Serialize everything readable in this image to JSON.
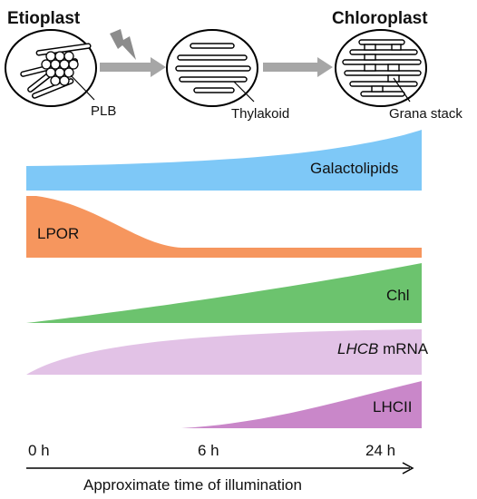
{
  "stages": {
    "etioplast": "Etioplast",
    "chloroplast": "Chloroplast",
    "plb": "PLB",
    "thylakoid": "Thylakoid",
    "grana_stack": "Grana stack"
  },
  "tracks": [
    {
      "label": "Galactolipids",
      "color": "#7ec8f7"
    },
    {
      "label": "LPOR",
      "color": "#f6965e"
    },
    {
      "label": "Chl",
      "color": "#6cc36e"
    },
    {
      "label_italic": "LHCB",
      "label_rest": " mRNA",
      "color": "#e2c2e6"
    },
    {
      "label": "LHCII",
      "color": "#c987c9"
    }
  ],
  "timeline": {
    "t0": "0 h",
    "t1": "6 h",
    "t2": "24 h",
    "axis_label": "Approximate time of illumination"
  },
  "colors": {
    "arrow_gray": "#a6a6a6",
    "lightning_gray": "#8c8c8c"
  }
}
